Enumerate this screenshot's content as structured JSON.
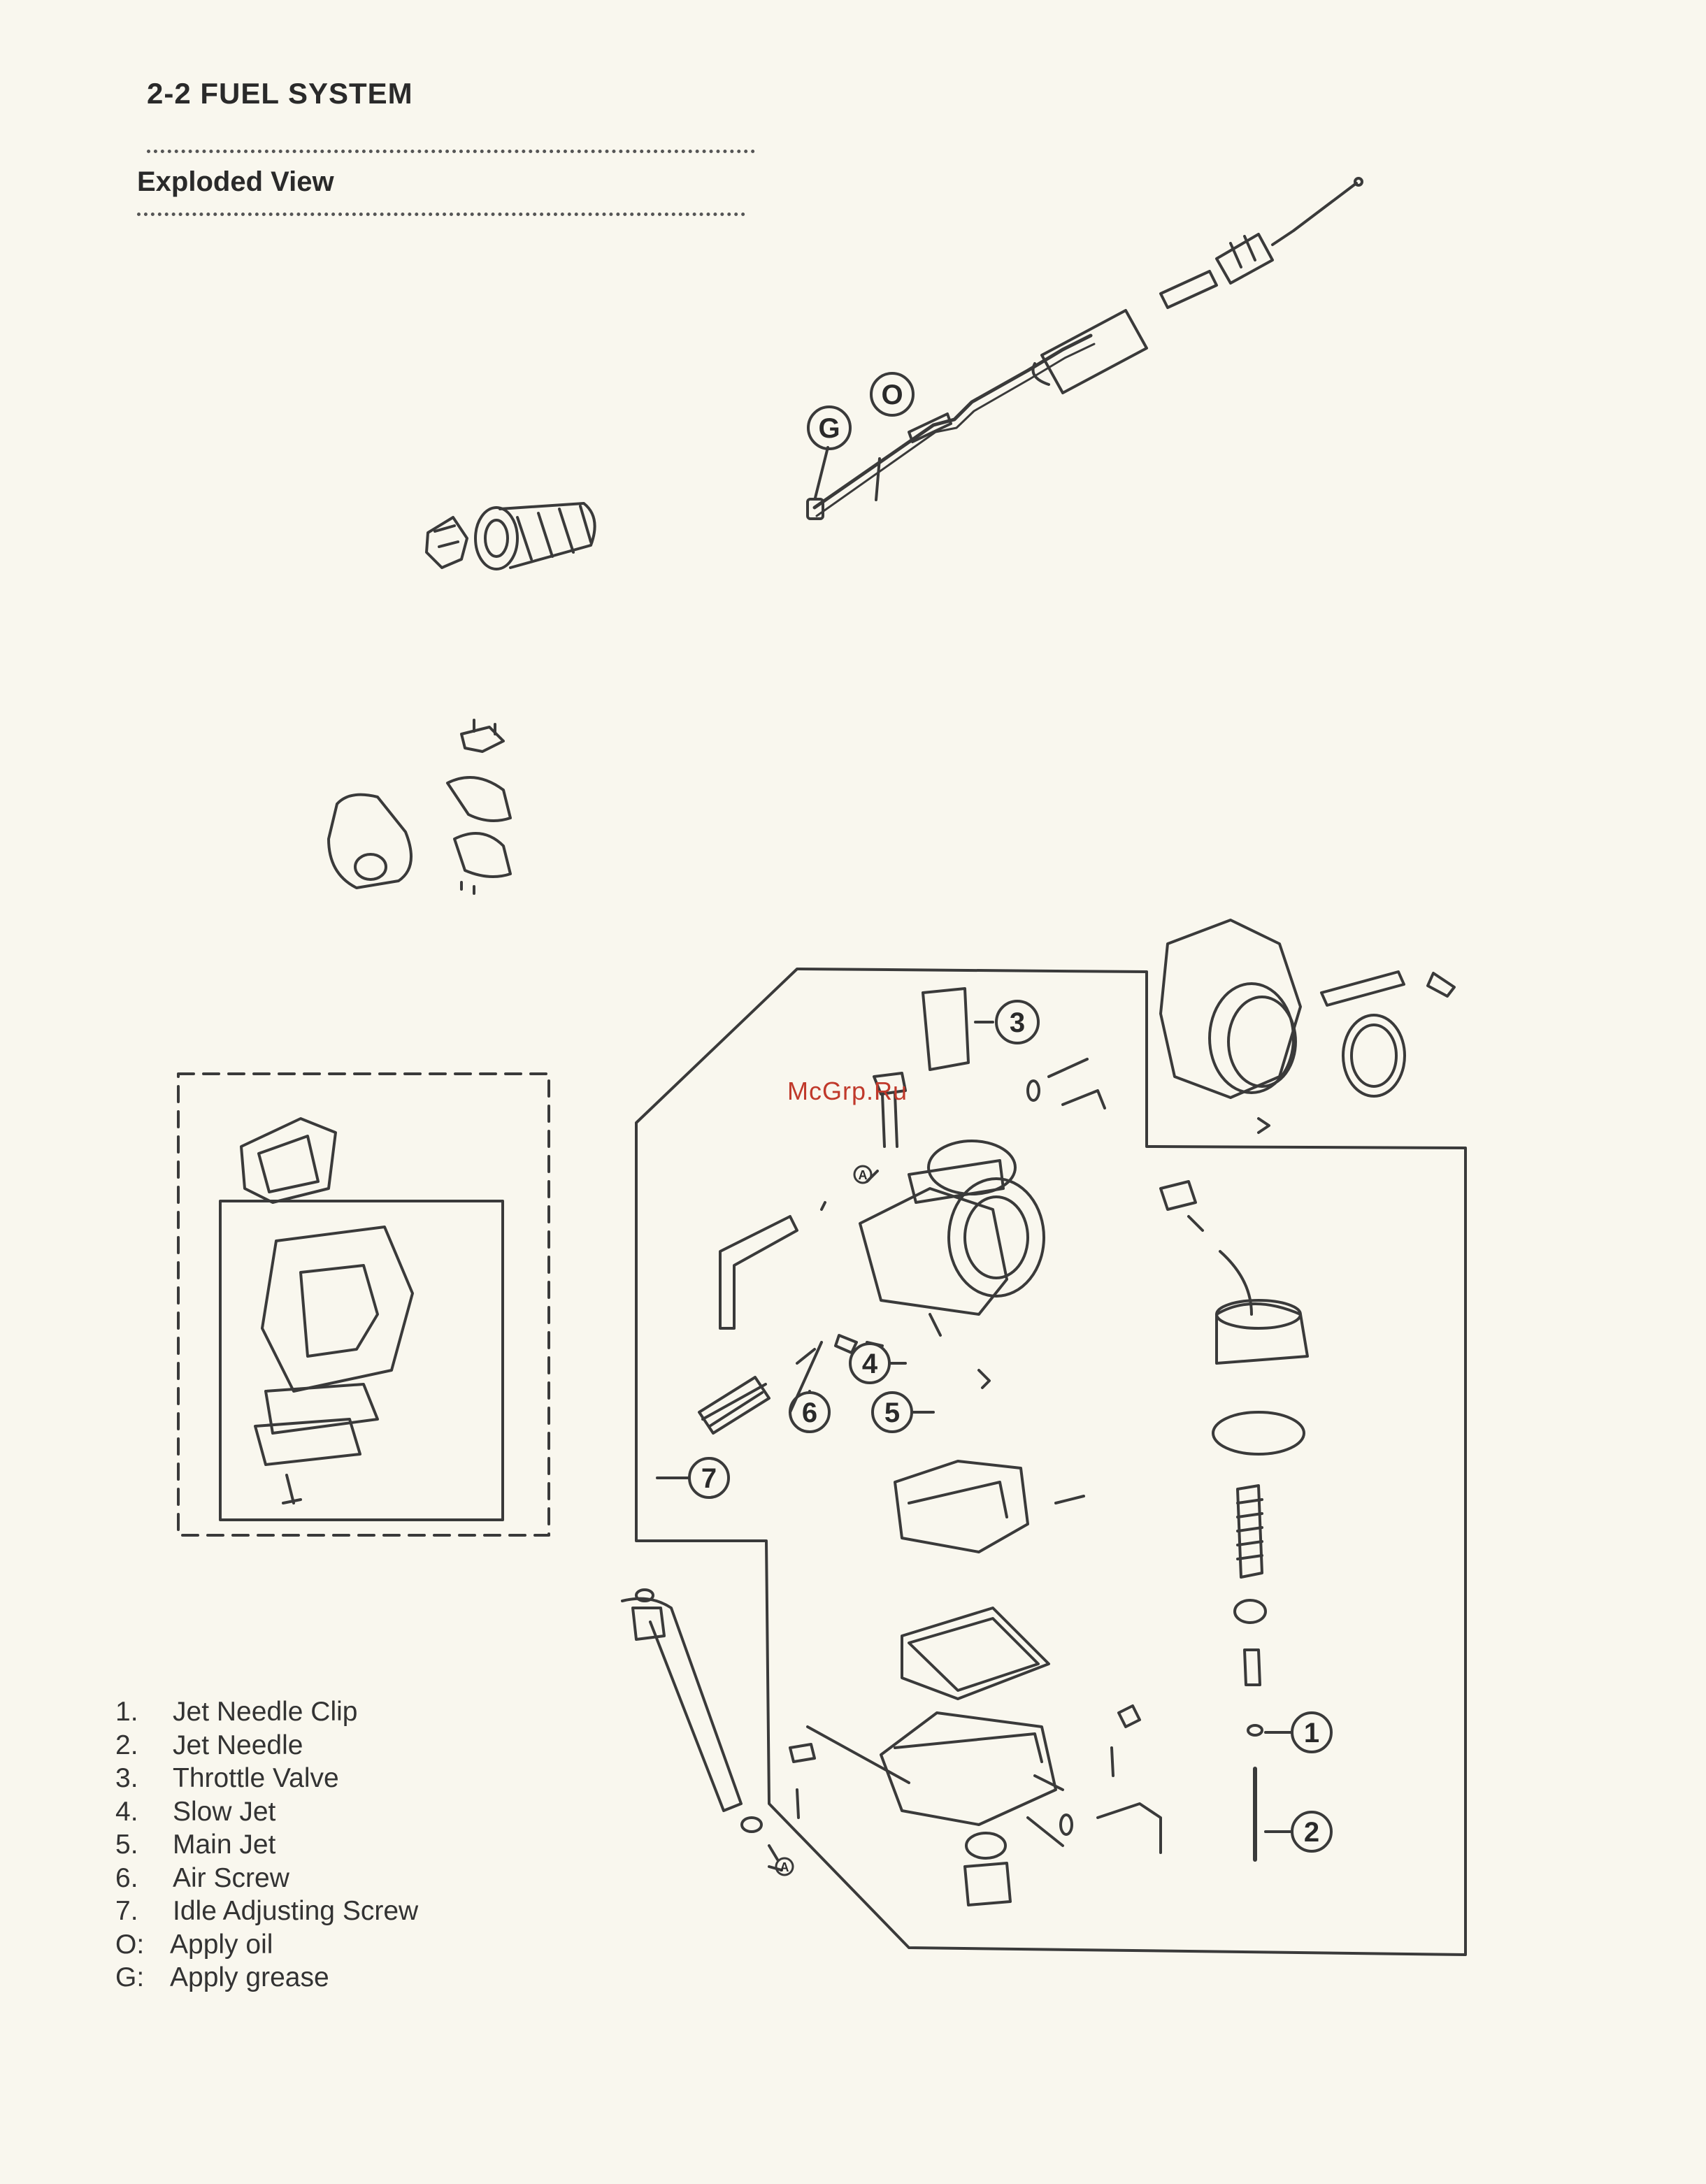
{
  "header": {
    "section_title": "2-2 FUEL SYSTEM",
    "subtitle": "Exploded View"
  },
  "watermark": "McGrp.Ru",
  "callouts": {
    "c1": "1",
    "c2": "2",
    "c3": "3",
    "c4": "4",
    "c5": "5",
    "c6": "6",
    "c7": "7",
    "cO": "O",
    "cG": "G",
    "cA1": "A",
    "cA2": "A"
  },
  "legend": [
    {
      "key": "1.",
      "text": "Jet Needle Clip"
    },
    {
      "key": "2.",
      "text": "Jet Needle"
    },
    {
      "key": "3.",
      "text": "Throttle Valve"
    },
    {
      "key": "4.",
      "text": "Slow Jet"
    },
    {
      "key": "5.",
      "text": "Main Jet"
    },
    {
      "key": "6.",
      "text": "Air Screw"
    },
    {
      "key": "7.",
      "text": "Idle Adjusting Screw"
    },
    {
      "key": "O:",
      "text": "Apply oil"
    },
    {
      "key": "G:",
      "text": "Apply grease"
    }
  ]
}
